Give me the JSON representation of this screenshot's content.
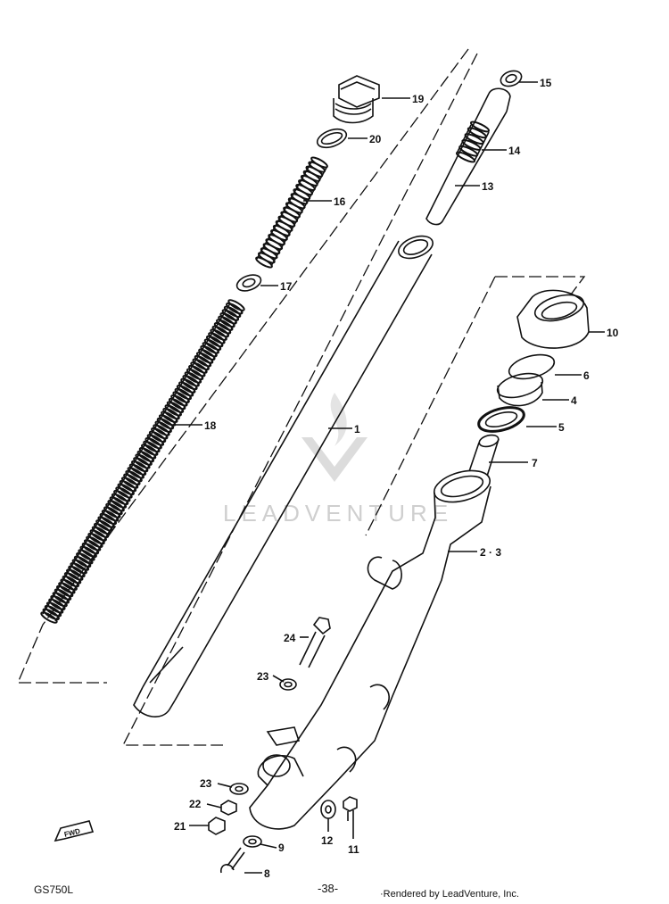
{
  "footer": {
    "model": "GS750L",
    "page_number": "-38-",
    "credit": "·Rendered by LeadVenture, Inc."
  },
  "watermark": "LEADVENTURE",
  "direction_tag": "FWD",
  "callouts": [
    {
      "id": "1",
      "text": "1"
    },
    {
      "id": "2-3",
      "text": "2 · 3"
    },
    {
      "id": "4",
      "text": "4"
    },
    {
      "id": "5",
      "text": "5"
    },
    {
      "id": "6",
      "text": "6"
    },
    {
      "id": "7",
      "text": "7"
    },
    {
      "id": "8",
      "text": "8"
    },
    {
      "id": "9",
      "text": "9"
    },
    {
      "id": "10",
      "text": "10"
    },
    {
      "id": "11",
      "text": "11"
    },
    {
      "id": "12",
      "text": "12"
    },
    {
      "id": "13",
      "text": "13"
    },
    {
      "id": "14",
      "text": "14"
    },
    {
      "id": "15",
      "text": "15"
    },
    {
      "id": "16",
      "text": "16"
    },
    {
      "id": "17",
      "text": "17"
    },
    {
      "id": "18",
      "text": "18"
    },
    {
      "id": "19",
      "text": "19"
    },
    {
      "id": "20",
      "text": "20"
    },
    {
      "id": "21",
      "text": "21"
    },
    {
      "id": "22",
      "text": "22"
    },
    {
      "id": "23a",
      "text": "23"
    },
    {
      "id": "23b",
      "text": "23"
    },
    {
      "id": "24",
      "text": "24"
    }
  ]
}
